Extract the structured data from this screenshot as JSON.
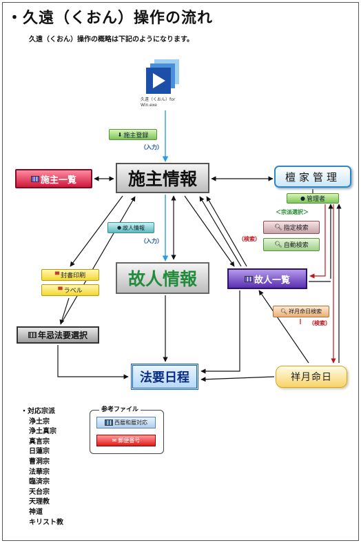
{
  "header": {
    "title": "・久遠（くおん）操作の流れ",
    "subtitle": "久遠（くおん）操作の概略は下記のようになります。"
  },
  "app": {
    "caption_line1": "久遠（くおん）for",
    "caption_line2": "Win.exe",
    "icon": "app-logo-icon"
  },
  "boxes": {
    "donor_list": "施主一覧",
    "donor_info": "施主情報",
    "danka_kanri": "檀家管理",
    "kojin_info": "故人情報",
    "kojin_list": "故人一覧",
    "nenki": "年忌法要選択",
    "houyou": "法要日程",
    "shoutsuki": "祥月命日"
  },
  "buttons": {
    "donor_register": "施主登録",
    "kojin_register": "故人情報",
    "manager": "管理者",
    "specified_search": "指定検索",
    "auto_search": "自動検索",
    "shoutsuki_search": "祥月命日検索",
    "envelope_print": "封書印刷",
    "label": "ラベル"
  },
  "labels": {
    "input1": "（入力）",
    "input2": "（入力）",
    "sect_select": "＜宗派選択＞",
    "search1": "（検索）",
    "search2": "（検索）"
  },
  "sects": {
    "heading": "・対応宗派",
    "items": [
      "浄土宗",
      "浄土真宗",
      "真言宗",
      "日蓮宗",
      "曹洞宗",
      "法華宗",
      "臨済宗",
      "天台宗",
      "天理教",
      "神道",
      "キリスト教"
    ]
  },
  "reference": {
    "title": "参考ファイル",
    "files": [
      "西暦和暦対応",
      "郵便番号"
    ]
  },
  "colors": {
    "flow_blue": "#2b9be0",
    "flow_black": "#111111",
    "flow_red": "#c0141c"
  }
}
